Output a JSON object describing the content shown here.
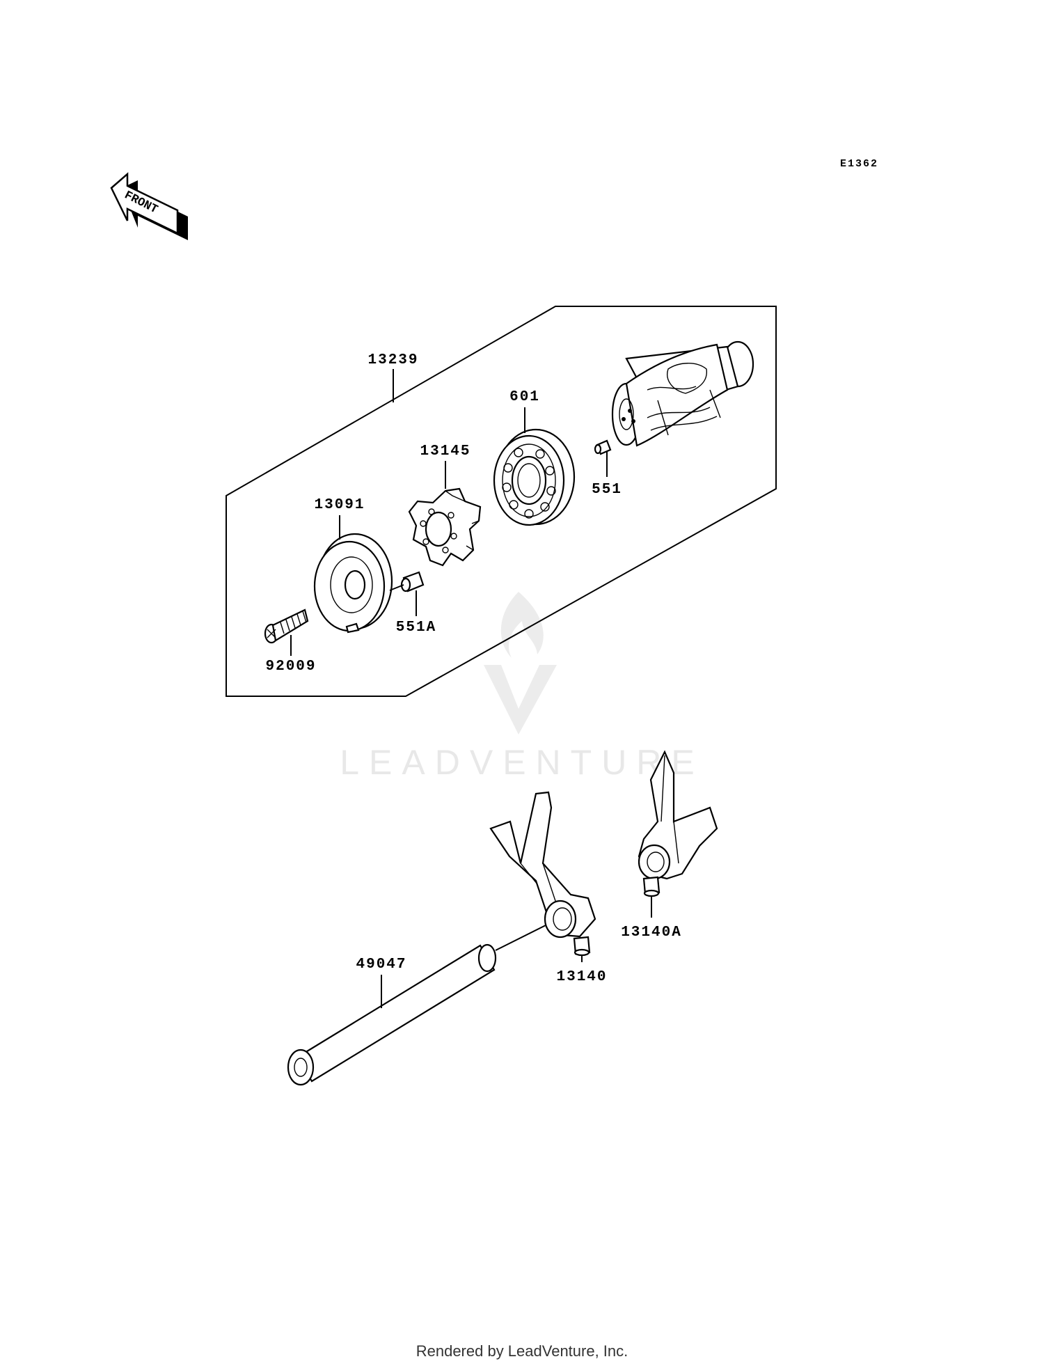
{
  "diagram_code": "E1362",
  "front_label": "FRONT",
  "watermark": "LEADVENTURE",
  "footer": "Rendered by LeadVenture, Inc.",
  "callouts": {
    "assembly": "13239",
    "bearing": "601",
    "drum_pin": "551",
    "star_plate": "13145",
    "holder": "13091",
    "pin": "551A",
    "screw": "92009",
    "shaft": "49047",
    "fork": "13140",
    "fork_a": "13140A"
  }
}
